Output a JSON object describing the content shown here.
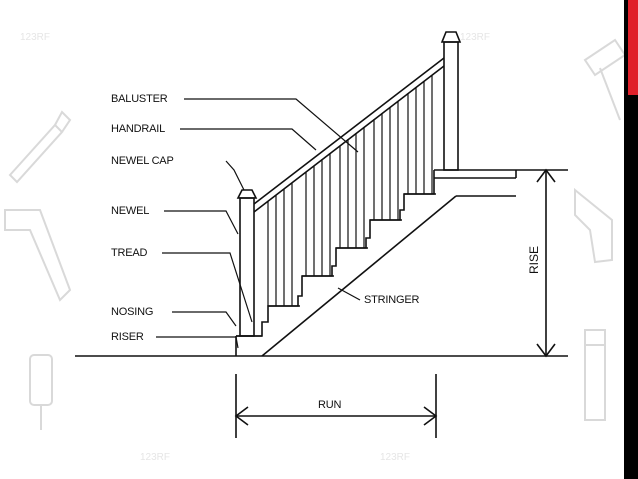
{
  "labels": {
    "baluster": "BALUSTER",
    "handrail": "HANDRAIL",
    "newel_cap": "NEWEL CAP",
    "newel": "NEWEL",
    "tread": "TREAD",
    "nosing": "NOSING",
    "riser": "RISER",
    "stringer": "STRINGER",
    "run": "RUN",
    "rise": "RISE"
  },
  "colors": {
    "line": "#111111",
    "watermark": "#d9d9d9",
    "accent_red": "#e0202a",
    "side_bar": "#000000"
  },
  "watermark_icons": [
    "brush-icon",
    "roller-icon",
    "hammer-icon",
    "saw-icon",
    "wrench-icon",
    "paint-can-icon"
  ]
}
